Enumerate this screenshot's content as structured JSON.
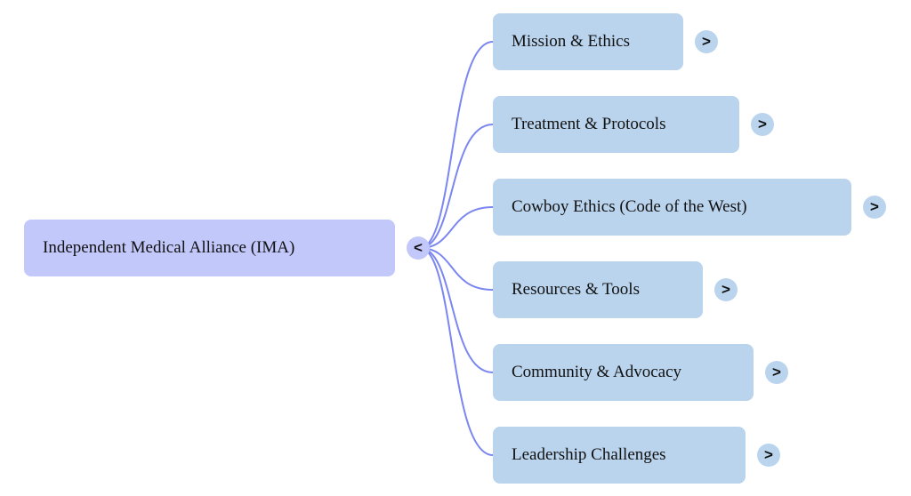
{
  "root": {
    "label": "Independent Medical Alliance (IMA)",
    "toggle": "<",
    "color": "#c3c8fb"
  },
  "children": [
    {
      "label": "Mission & Ethics",
      "toggle": ">"
    },
    {
      "label": "Treatment & Protocols",
      "toggle": ">"
    },
    {
      "label": "Cowboy Ethics (Code of the West)",
      "toggle": ">"
    },
    {
      "label": "Resources & Tools",
      "toggle": ">"
    },
    {
      "label": "Community & Advocacy",
      "toggle": ">"
    },
    {
      "label": "Leadership Challenges",
      "toggle": ">"
    }
  ],
  "colors": {
    "child_fill": "#bad4ee",
    "link_stroke": "#7b86f0"
  }
}
